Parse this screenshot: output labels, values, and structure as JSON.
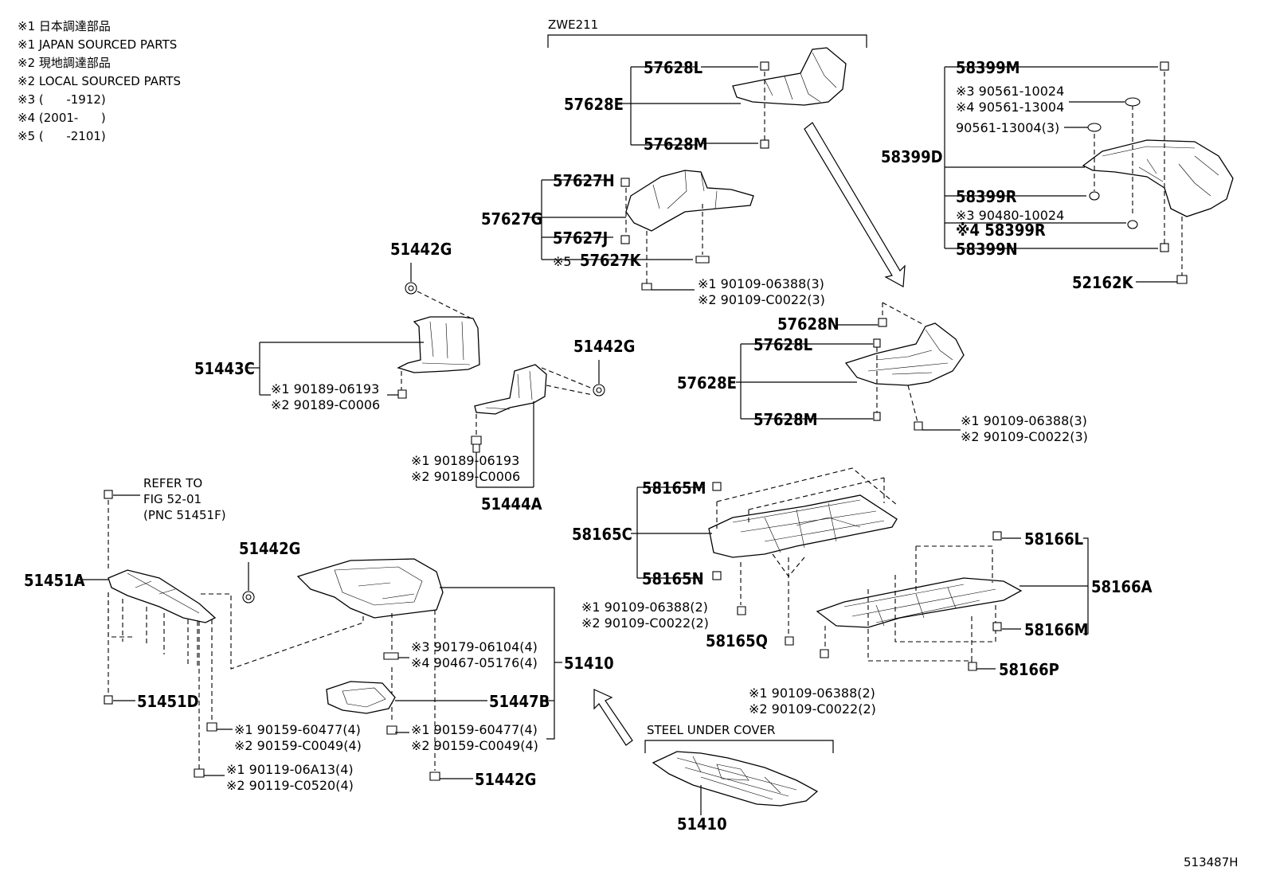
{
  "notes": [
    "※1 日本調達部品",
    "※1 JAPAN SOURCED PARTS",
    "※2 現地調達部品",
    "※2 LOCAL SOURCED PARTS",
    "※3 (      -1912)",
    "※4 (2001-      )",
    "※5 (      -2101)"
  ],
  "group_labels": {
    "zwe211": "ZWE211",
    "steel_under_cover": "STEEL UNDER COVER",
    "refer_to_1": "REFER TO",
    "refer_to_2": "FIG 52-01",
    "refer_to_3": "(PNC 51451F)"
  },
  "diagram_id": "513487H",
  "parts": {
    "p57628L_top": "57628L",
    "p57628E_top": "57628E",
    "p57628M_top": "57628M",
    "p57627H": "57627H",
    "p57627G": "57627G",
    "p57627J": "57627J",
    "p57627K": "57627K",
    "p57627K_note": "※5",
    "p90109_1a": "※1 90109-06388(3)",
    "p90109_2a": "※2 90109-C0022(3)",
    "p51442G_a": "51442G",
    "p51443C": "51443C",
    "p90189_1a": "※1 90189-06193",
    "p90189_2a": "※2 90189-C0006",
    "p51442G_b": "51442G",
    "p90189_1b": "※1 90189-06193",
    "p90189_2b": "※2 90189-C0006",
    "p51444A": "51444A",
    "p58399M": "58399M",
    "p90561_3": "※3 90561-10024",
    "p90561_4": "※4 90561-13004",
    "p90561_x3": "90561-13004(3)",
    "p58399D": "58399D",
    "p58399R": "58399R",
    "p90480_3": "※3 90480-10024",
    "p58399R_4": "※4 58399R",
    "p58399N": "58399N",
    "p52162K": "52162K",
    "p57628N": "57628N",
    "p57628L_mid": "57628L",
    "p57628E_mid": "57628E",
    "p57628M_mid": "57628M",
    "p90109_1b": "※1 90109-06388(3)",
    "p90109_2b": "※2 90109-C0022(3)",
    "p58165M": "58165M",
    "p58165C": "58165C",
    "p58165N": "58165N",
    "p90109_1c": "※1 90109-06388(2)",
    "p90109_2c": "※2 90109-C0022(2)",
    "p58165Q": "58165Q",
    "p58166L": "58166L",
    "p58166A": "58166A",
    "p58166M": "58166M",
    "p58166P": "58166P",
    "p90109_1d": "※1 90109-06388(2)",
    "p90109_2d": "※2 90109-C0022(2)",
    "p51451A": "51451A",
    "p51442G_c": "51442G",
    "p51451D": "51451D",
    "p90179_3": "※3 90179-06104(4)",
    "p90467_4": "※4 90467-05176(4)",
    "p51410_a": "51410",
    "p51447B": "51447B",
    "p90159_1a": "※1 90159-60477(4)",
    "p90159_2a": "※2 90159-C0049(4)",
    "p90159_1b": "※1 90159-60477(4)",
    "p90159_2b": "※2 90159-C0049(4)",
    "p90119_1": "※1 90119-06A13(4)",
    "p90119_2": "※2 90119-C0520(4)",
    "p51442G_d": "51442G",
    "p51410_b": "51410"
  }
}
